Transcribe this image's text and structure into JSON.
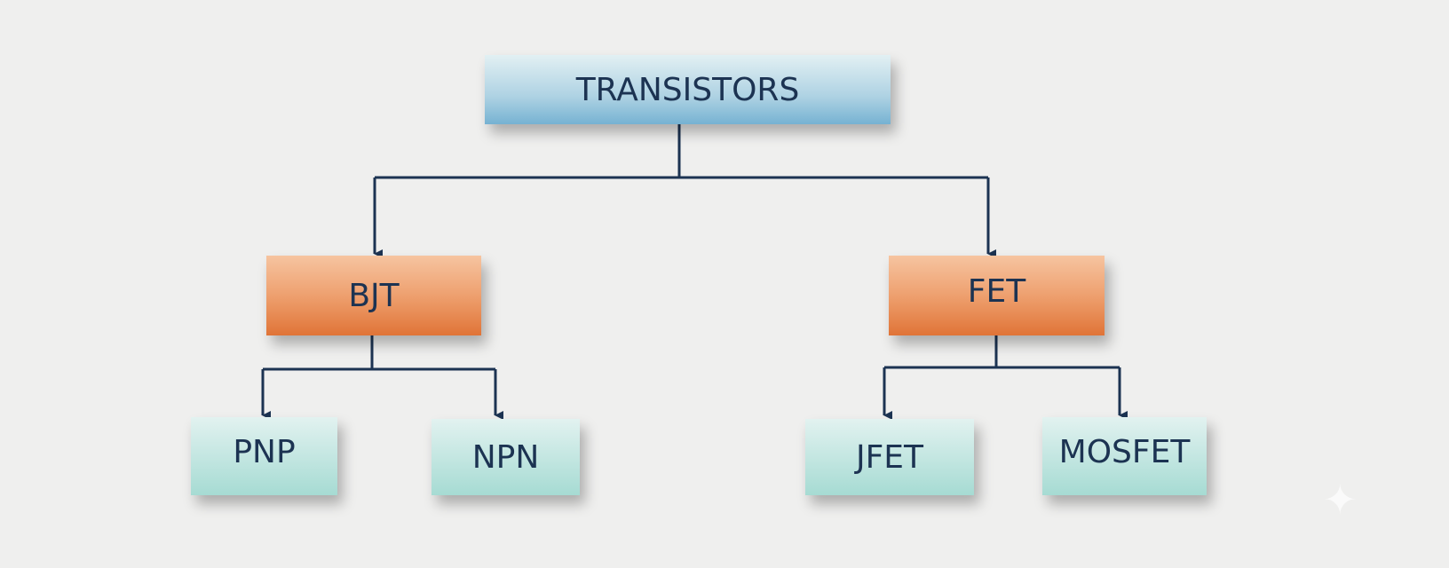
{
  "root": {
    "label": "TRANSISTORS"
  },
  "children": [
    {
      "label": "BJT",
      "children": [
        {
          "label": "PNP"
        },
        {
          "label": "NPN"
        }
      ]
    },
    {
      "label": "FET",
      "children": [
        {
          "label": "JFET"
        },
        {
          "label": "MOSFET"
        }
      ]
    }
  ],
  "colors": {
    "line": "#1c3352",
    "root": "#8cc0dc",
    "mid": "#e8874f",
    "leaf": "#b6e0da"
  },
  "watermark_icon": "sparkle-icon"
}
